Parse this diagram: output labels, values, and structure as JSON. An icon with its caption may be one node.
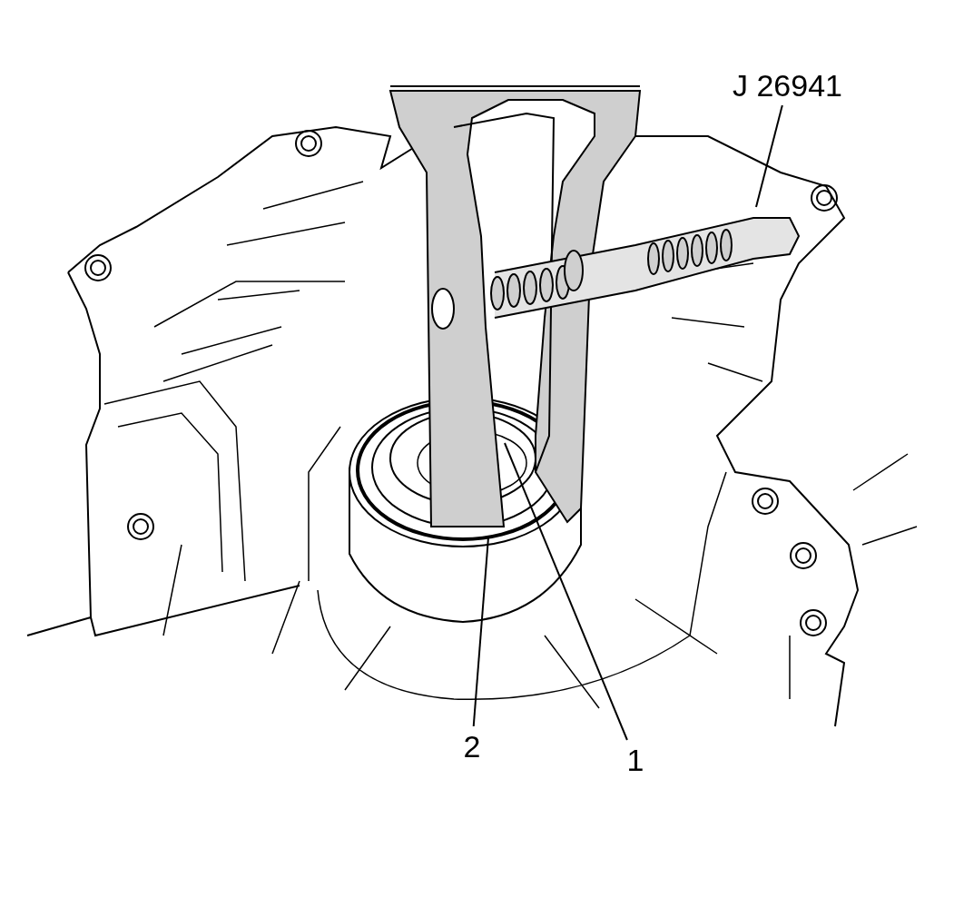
{
  "diagram": {
    "nodes": [
      {
        "text": [
          "J 26941"
        ]
      },
      {
        "text": [
          "2"
        ]
      },
      {
        "text": [
          "1"
        ]
      }
    ],
    "edges": [
      {
        "from": 0,
        "to": null,
        "arrow": "none"
      },
      {
        "from": 1,
        "to": null,
        "arrow": "none"
      },
      {
        "from": 2,
        "to": null,
        "arrow": "none"
      }
    ]
  }
}
